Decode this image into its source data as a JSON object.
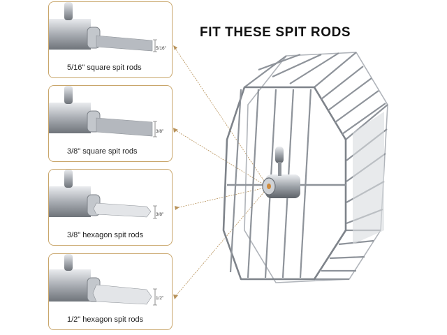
{
  "headline": "FIT THESE SPIT RODS",
  "panels": [
    {
      "label": "5/16\" square spit rods",
      "dimension": "5/16\"",
      "rod_shape": "square"
    },
    {
      "label": "3/8\" square spit rods",
      "dimension": "3/8\"",
      "rod_shape": "square"
    },
    {
      "label": "3/8\" hexagon spit rods",
      "dimension": "3/8\"",
      "rod_shape": "hexagon"
    },
    {
      "label": "1/2\" hexagon spit rods",
      "dimension": "1/2\"",
      "rod_shape": "hexagon"
    }
  ],
  "colors": {
    "panel_border": "#c9a66b",
    "pointer_line": "#b8925a",
    "steel": "#a9adb3"
  }
}
